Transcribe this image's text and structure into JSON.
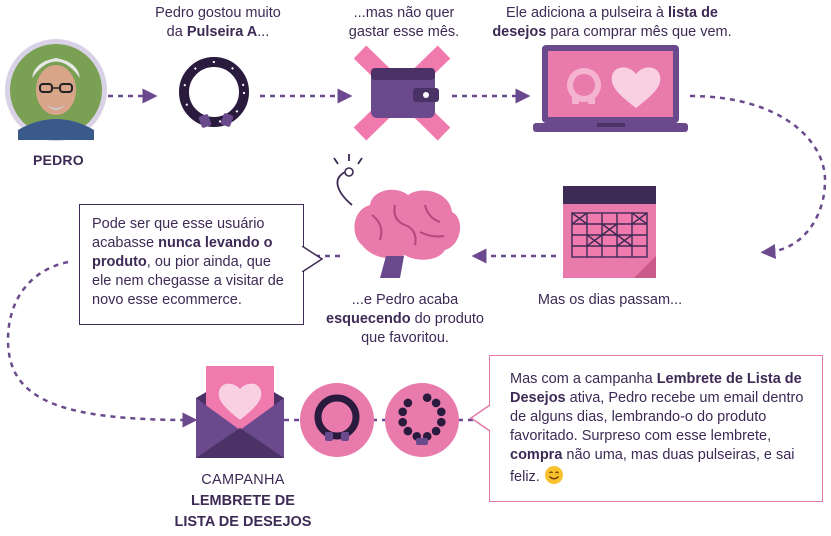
{
  "person": {
    "name": "PEDRO"
  },
  "steps": {
    "s1_pre": "Pedro gostou muito",
    "s1_mid": "da ",
    "s1_bold": "Pulseira A",
    "s1_post": "...",
    "s2_line1": "...mas não quer",
    "s2_line2": "gastar esse mês.",
    "s3_pre": "Ele adiciona a pulseira à ",
    "s3_bold1": "lista de",
    "s3_bold2": "desejos",
    "s3_post": " para comprar mês que vem.",
    "s4_text": "Mas os dias passam...",
    "s5_pre": "...e Pedro acaba",
    "s5_bold": "esquecendo",
    "s5_mid": " do produto",
    "s5_post": "que favoritou."
  },
  "callout1": {
    "p1": "Pode ser que esse usuário acabasse ",
    "b1": "nunca levando o produto",
    "p2": ", ou pior ainda, que ele nem chegasse a visitar de novo esse ecommerce."
  },
  "campaign": {
    "line1": "CAMPANHA",
    "line2": "LEMBRETE DE",
    "line3": "LISTA DE DESEJOS"
  },
  "callout2": {
    "p1": "Mas com a campanha ",
    "b1": "Lembrete de Lista de Desejos",
    "p2": " ativa, Pedro recebe um email dentro de alguns dias, lembrando-o do produto favoritado. Surpreso com esse lembrete, ",
    "b2": "compra",
    "p3": " não uma, mas duas pulseiras, e sai feliz."
  },
  "colors": {
    "dark_purple": "#3d2a55",
    "purple": "#6a4a8c",
    "pink": "#e87aac",
    "light_pink": "#f4b3cf",
    "dotted_line": "#6a4a8c"
  },
  "icons": [
    "person-photo",
    "bracelet-icon",
    "crossed-wallet-icon",
    "laptop-wishlist-icon",
    "calendar-icon",
    "brain-icon",
    "envelope-heart-icon",
    "bracelet-badge-icon",
    "bead-bracelet-badge-icon",
    "smiley-icon"
  ]
}
